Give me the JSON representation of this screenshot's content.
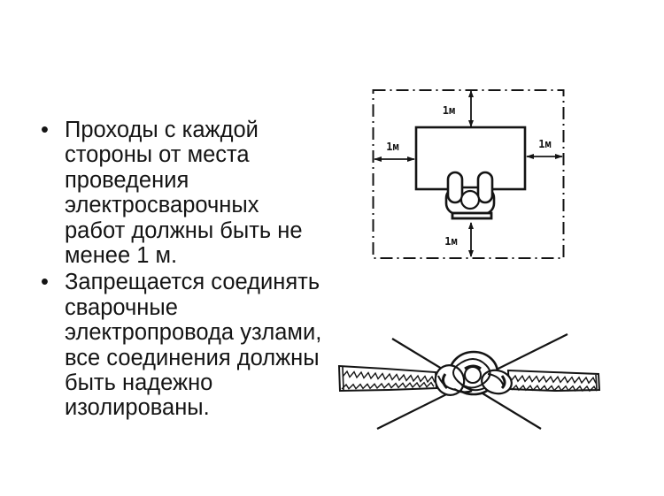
{
  "page": {
    "background": "#ffffff",
    "ink_color": "#141414"
  },
  "bullet_list": {
    "marker": "•",
    "items": [
      {
        "lines": [
          "Проходы с каждой",
          "стороны от места",
          "проведения",
          "электросварочных",
          "работ должны быть не",
          "менее 1 м."
        ]
      },
      {
        "lines": [
          "Запрещается соединять",
          "сварочные",
          "электропровода узлами,",
          "все соединения должны",
          "быть надежно",
          "изолированы."
        ]
      }
    ]
  },
  "clearance_diagram": {
    "description": "welding area clearance plan",
    "dimension_labels": {
      "top": "1м",
      "left": "1м",
      "right": "1м",
      "bottom": "1м"
    }
  },
  "knot_diagram": {
    "description": "prohibited knotted cable joint"
  }
}
